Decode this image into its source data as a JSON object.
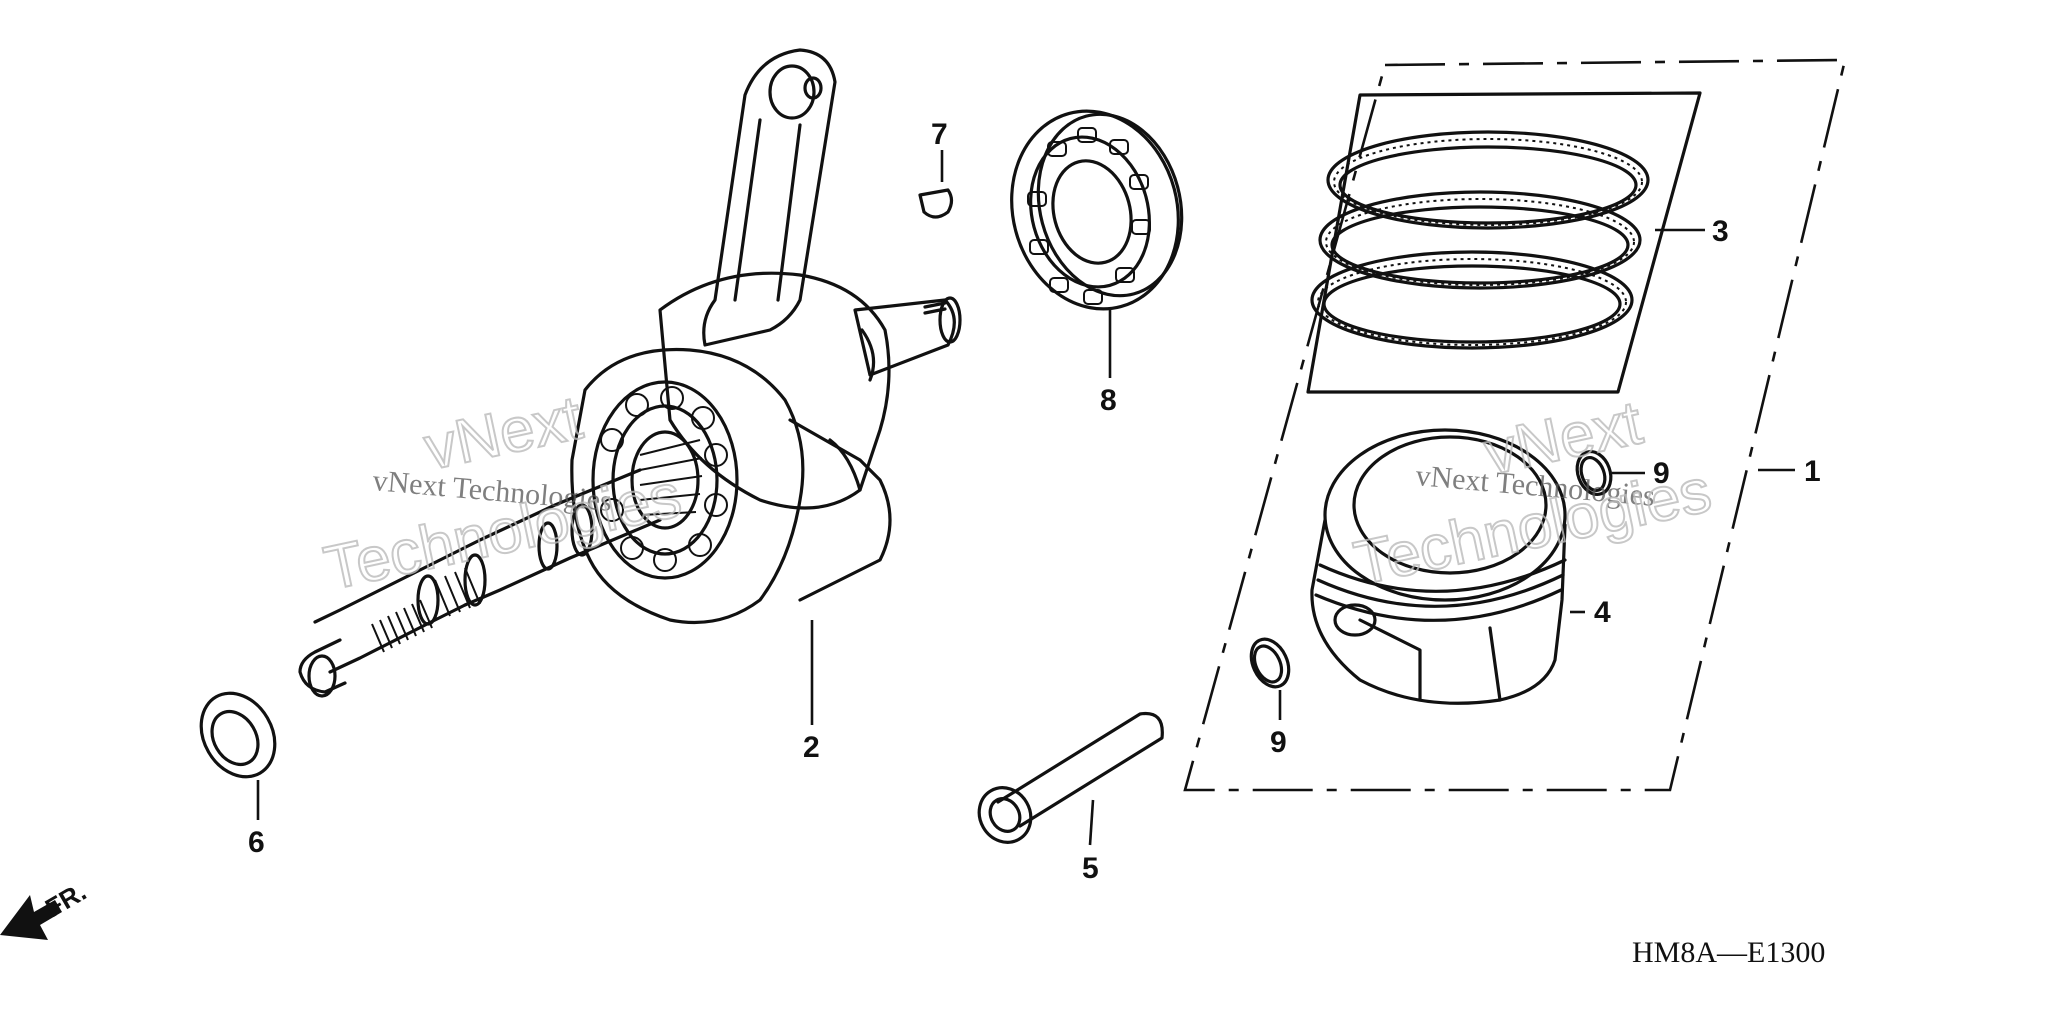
{
  "diagram": {
    "code": "HM8A—E1300",
    "front_marker": "FR.",
    "watermarks": [
      "vNext Technologies",
      "vNext",
      "Technologies",
      "vNext Technologies",
      "vNext",
      "Technologies"
    ],
    "callouts": [
      "1",
      "2",
      "3",
      "4",
      "5",
      "6",
      "7",
      "8",
      "9",
      "9"
    ]
  }
}
